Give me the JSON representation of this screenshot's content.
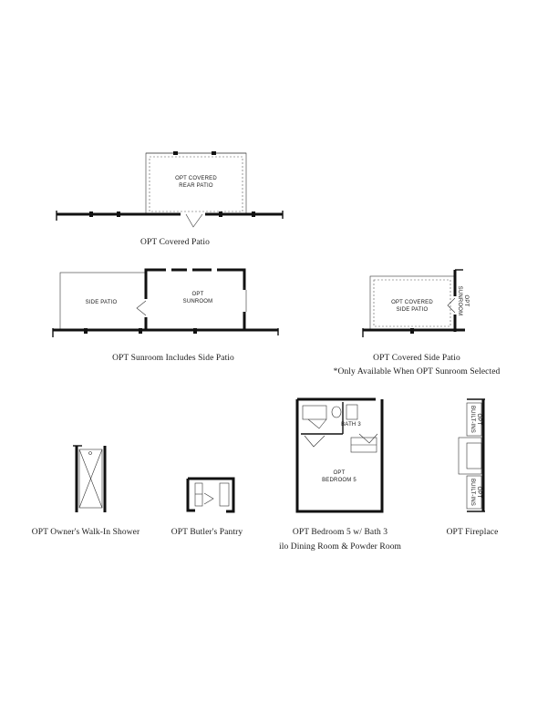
{
  "plans": {
    "covered_rear_patio": {
      "room_label": "OPT COVERED\nREAR PATIO",
      "caption": "OPT Covered Patio"
    },
    "sunroom": {
      "side_patio_label": "SIDE PATIO",
      "sunroom_label": "OPT\nSUNROOM",
      "caption": "OPT Sunroom Includes Side Patio"
    },
    "covered_side_patio": {
      "room_label": "OPT COVERED\nSIDE PATIO",
      "sunroom_label": "OPT\nSUNROOM",
      "caption": "OPT Covered Side Patio",
      "note": "*Only Available When OPT Sunroom Selected"
    },
    "walk_in_shower": {
      "caption": "OPT Owner's Walk-In Shower"
    },
    "butlers_pantry": {
      "caption": "OPT Butler's Pantry"
    },
    "bedroom5": {
      "bath_label": "BATH 3",
      "bedroom_label": "OPT\nBEDROOM 5",
      "caption": "OPT Bedroom 5 w/ Bath 3",
      "caption2": "ilo Dining Room & Powder Room"
    },
    "fireplace": {
      "upper_label": "OPT\nBUILT-INS",
      "lower_label": "OPT\nBUILT-INS",
      "caption": "OPT Fireplace"
    }
  }
}
